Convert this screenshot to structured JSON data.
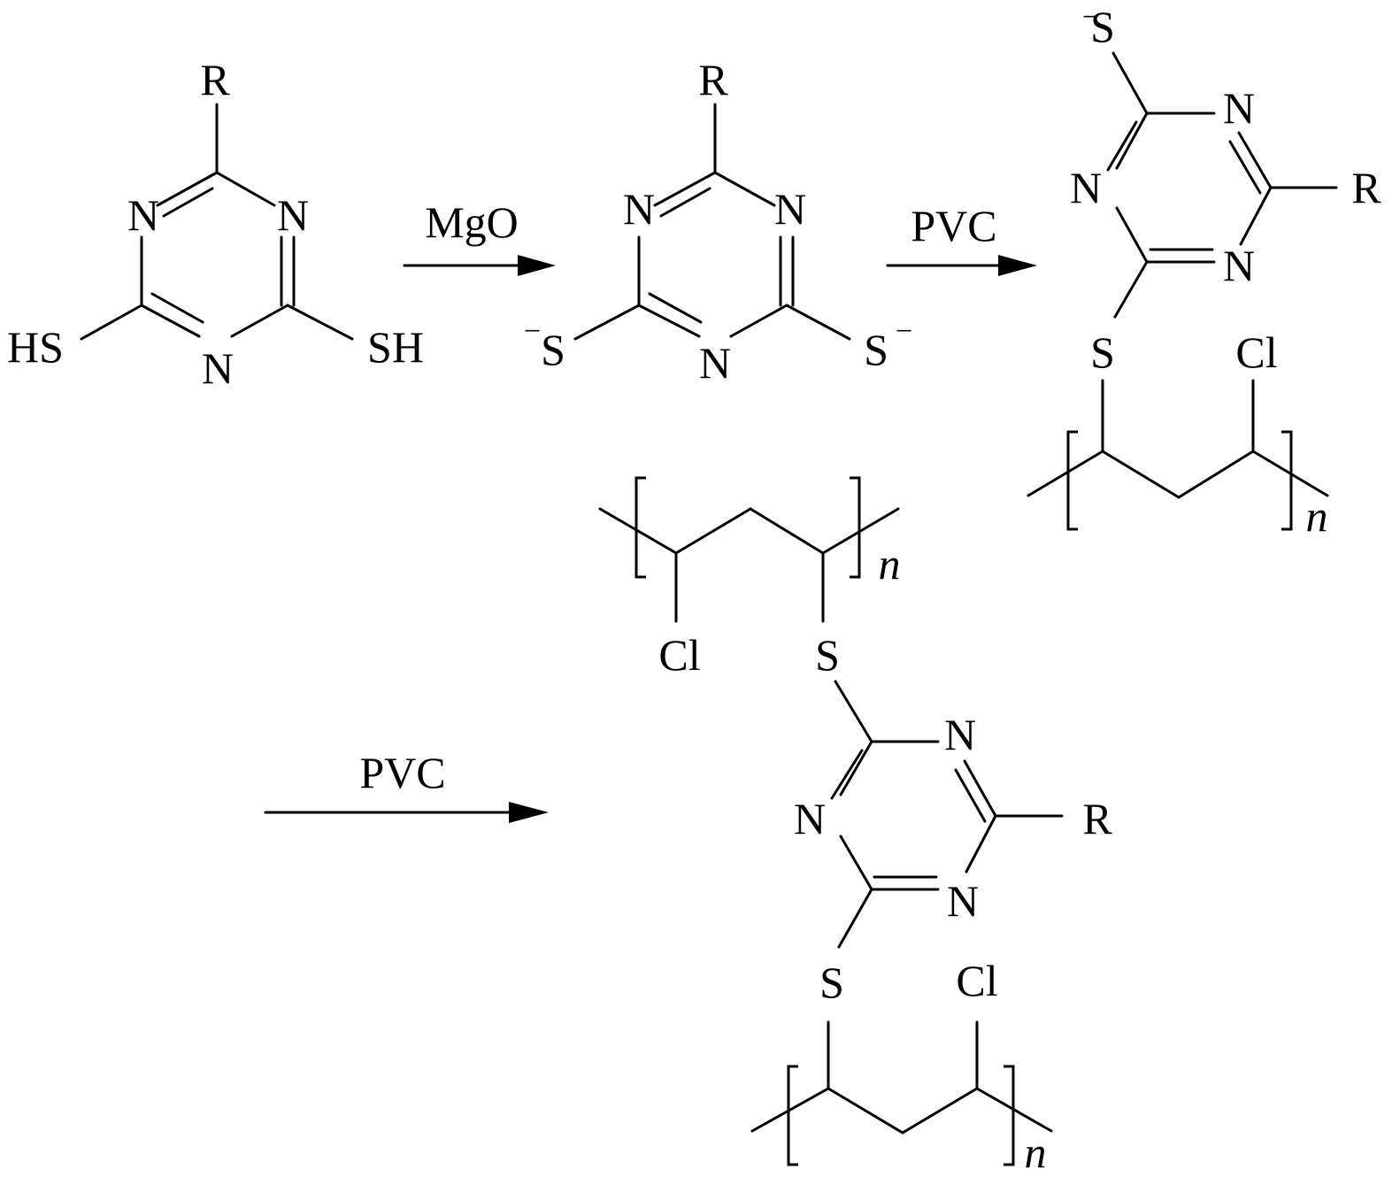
{
  "atoms": {
    "R": "R",
    "N": "N",
    "HS": "HS",
    "SH": "SH",
    "S": "S",
    "Cl": "Cl",
    "minus": "−"
  },
  "arrows": {
    "step1_reagent": "MgO",
    "step2_reagent": "PVC",
    "step3_reagent": "PVC"
  },
  "polymer": {
    "repeat_subscript": "n"
  }
}
